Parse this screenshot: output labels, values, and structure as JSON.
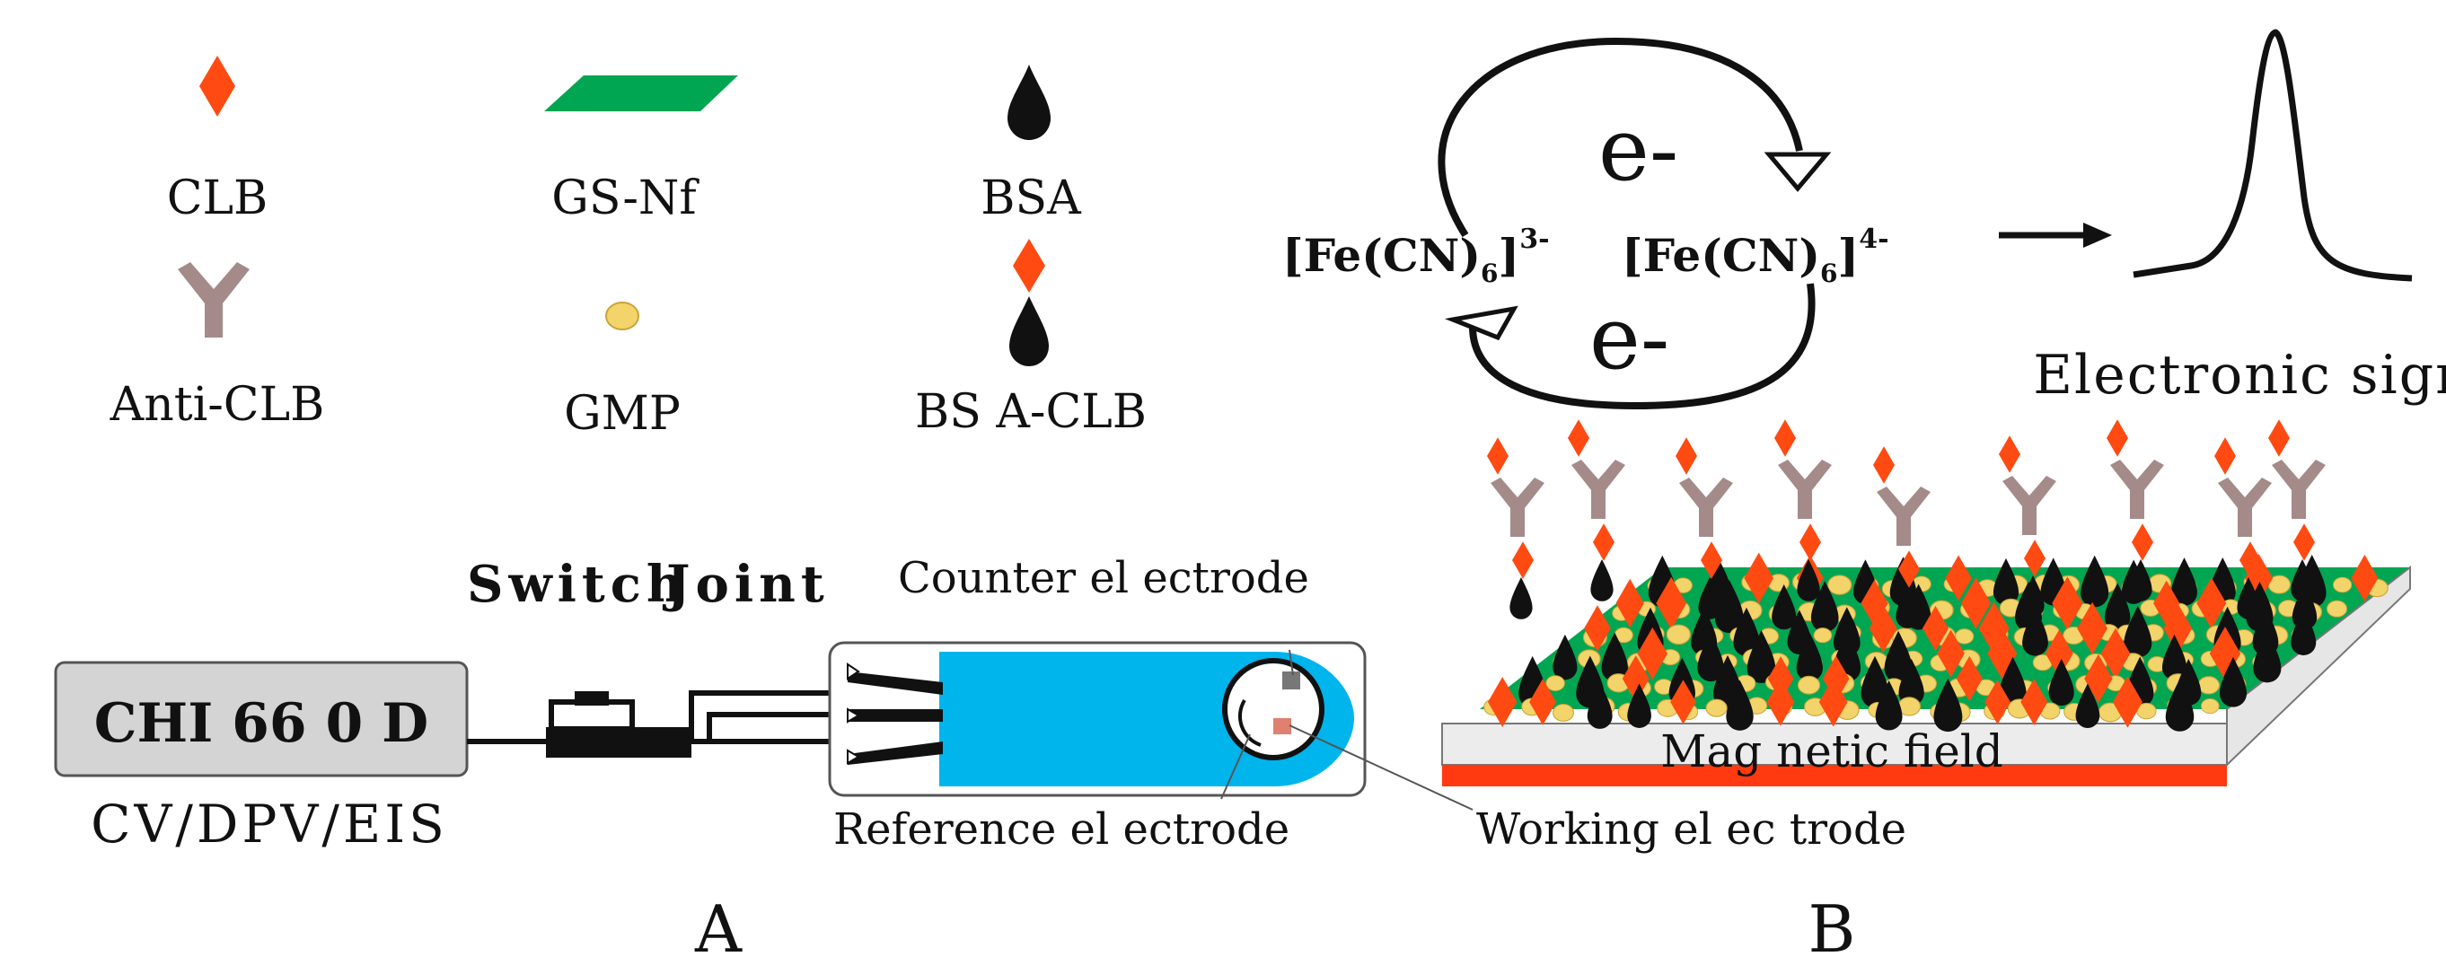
{
  "legend": {
    "clb": "CLB",
    "gs_nf": "GS-Nf",
    "bsa": "BSA",
    "anti_clb": "Anti-CLB",
    "gmp": "GMP",
    "bsa_clb": "BS A-CLB"
  },
  "panel_a": {
    "instrument": "CHI 66 0 D",
    "techniques": "CV/DPV/EIS",
    "switch": "Switch",
    "joint": "Joint",
    "counter_electrode": "Counter el ectrode",
    "reference_electrode": "Reference el ectrode",
    "working_electrode": "Working el ec trode",
    "label": "A"
  },
  "panel_b": {
    "electron_top": "e-",
    "electron_bottom": "e-",
    "ferricyanide": "[Fe(CN)",
    "ferricyanide_sub": "6",
    "ferricyanide_sup": "3-",
    "ferrocyanide": "[Fe(CN)",
    "ferrocyanide_sub": "6",
    "ferrocyanide_sup": "4-",
    "signal": "Electronic signal",
    "magnetic_field": "Mag netic field",
    "label": "B"
  },
  "colors": {
    "clb": "#ff4a12",
    "gs_nf": "#00a651",
    "bsa": "#111111",
    "anti_clb": "#a58a8a",
    "gmp": "#f3d46a",
    "sensor": "#00b4ec",
    "instrument": "#d4d4d4",
    "substrate_red": "#ff3a10"
  }
}
